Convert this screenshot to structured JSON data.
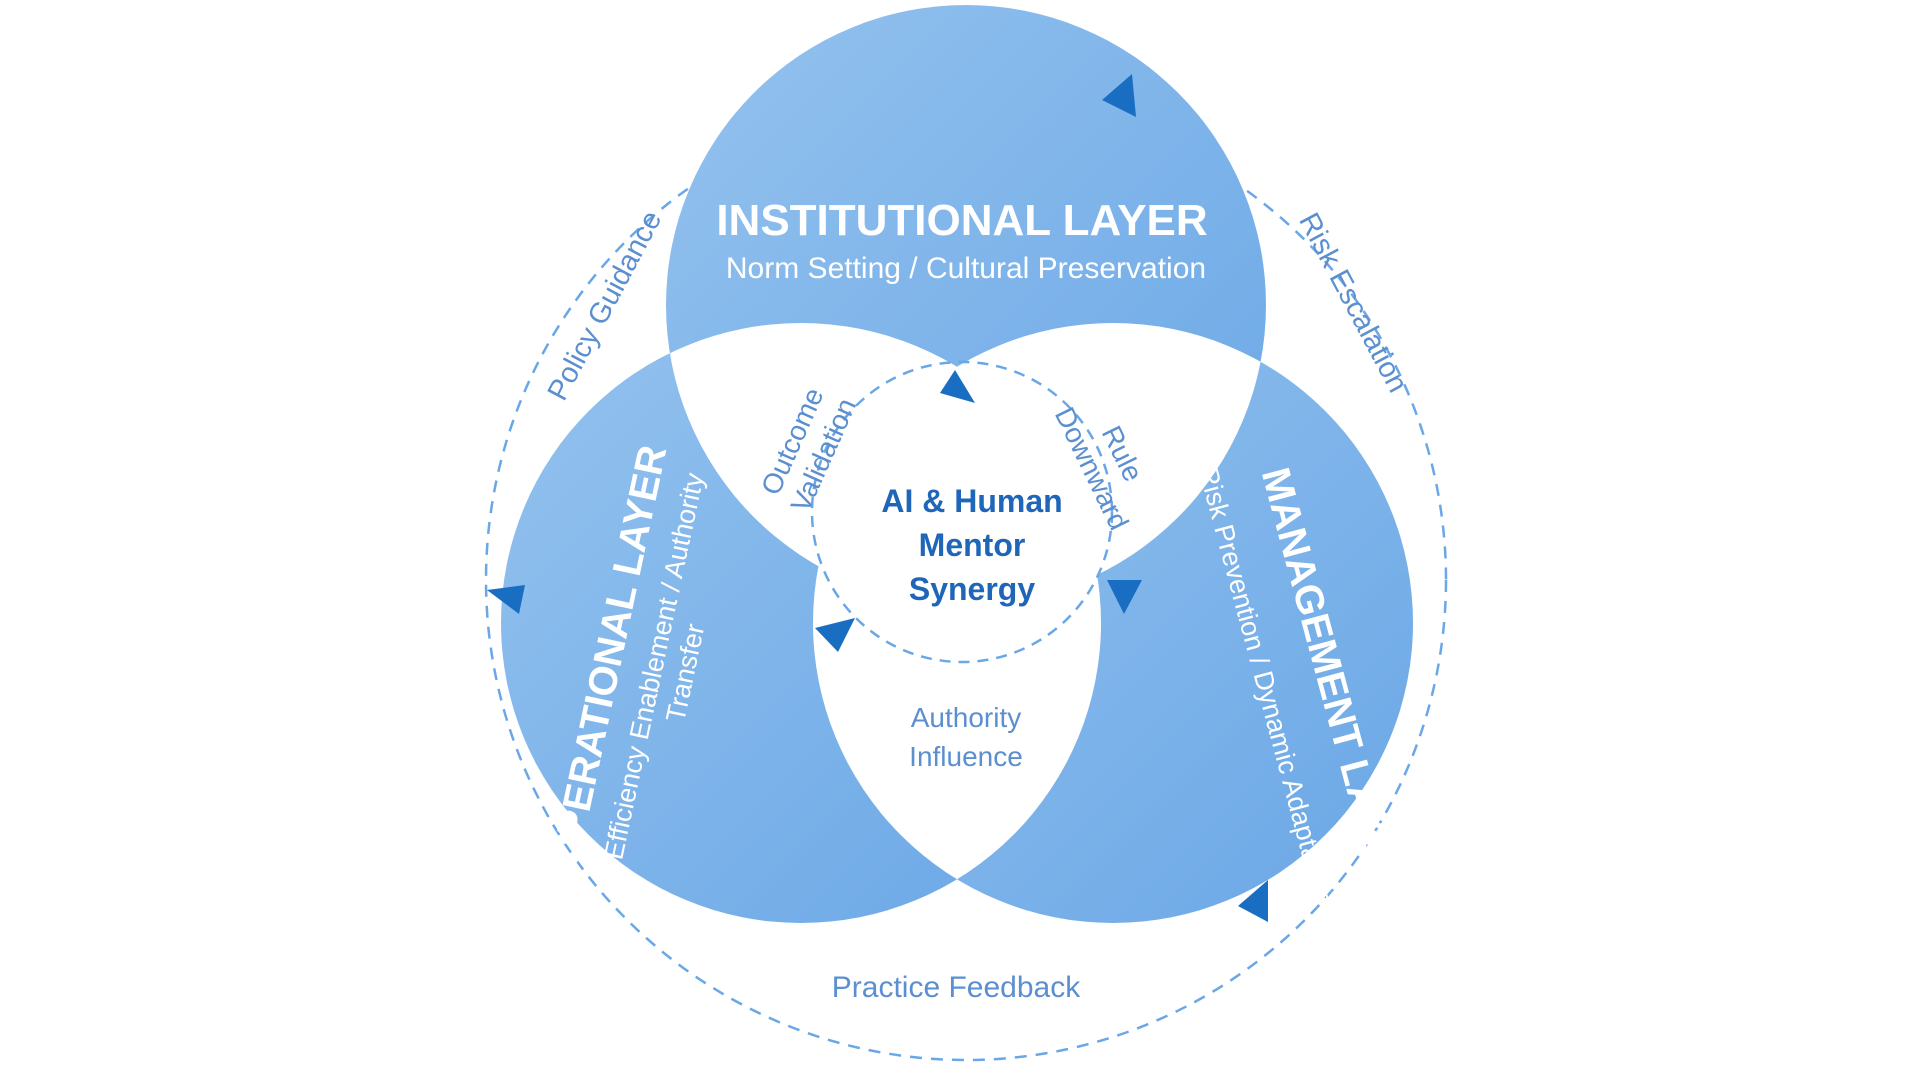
{
  "colors": {
    "circle_light": "#94c2ee",
    "circle_dark": "#6aa7e6",
    "arrow": "#1a6ec2",
    "dashed_line": "#6aa7e6",
    "overlap_text": "#5b8fd0",
    "center_text": "#1f65b8"
  },
  "layers": {
    "institutional": {
      "title": "INSTITUTIONAL LAYER",
      "subtitle": "Norm Setting / Cultural Preservation"
    },
    "operational": {
      "title": "OPERATIONAL LAYER",
      "subtitle_line1": "Efficiency Enablement / Authority",
      "subtitle_line2": "Transfer"
    },
    "management": {
      "title": "MANAGEMENT LAYER",
      "subtitle_line1": "Risk Prevention / Dynamic Adaptation"
    }
  },
  "overlaps": {
    "institutional_operational": {
      "line1": "Outcome",
      "line2": "Validation"
    },
    "institutional_management": {
      "line1": "Rule",
      "line2": "Downward"
    },
    "operational_management": {
      "line1": "Authority",
      "line2": "Influence"
    }
  },
  "center": {
    "line1": "AI & Human",
    "line2": "Mentor",
    "line3": "Synergy"
  },
  "outer_flows": {
    "left": "Policy Guidance",
    "right": "Risk Escalation",
    "bottom": "Practice Feedback"
  }
}
